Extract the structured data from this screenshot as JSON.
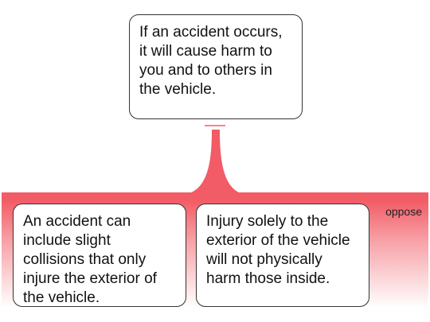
{
  "colors": {
    "oppose_band": "#f25c66",
    "node_border": "#333333",
    "node_fill": "#ffffff"
  },
  "claim": {
    "text": "If an accident occurs, it will cause harm to you and to others in the vehicle."
  },
  "oppose_group": {
    "label": "oppose",
    "premises": [
      {
        "text": "An accident can include slight collisions that only injure the exterior of the vehicle."
      },
      {
        "text": "Injury solely to the exterior of the vehicle will not physically harm those inside."
      }
    ]
  }
}
